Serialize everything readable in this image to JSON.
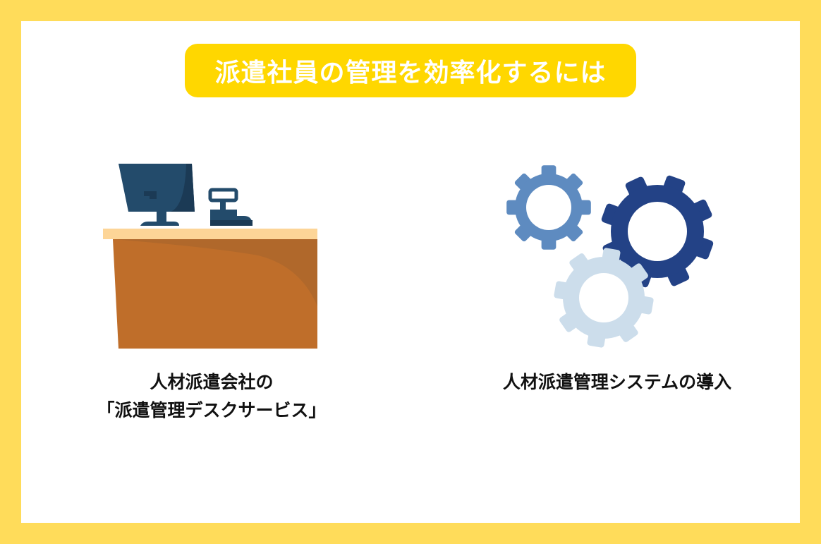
{
  "frame": {
    "border_color": "#FFDC5A",
    "panel_color": "#FFFFFF"
  },
  "title": {
    "text": "派遣社員の管理を効率化するには",
    "badge_color": "#FFD700",
    "text_color": "#FFFFFF"
  },
  "options": [
    {
      "illustration": "reception-desk-with-monitor-and-register",
      "caption_line1": "人材派遣会社の",
      "caption_line2": "「派遣管理デスクサービス」"
    },
    {
      "illustration": "three-gears",
      "caption_line1": "人材派遣管理システムの導入"
    }
  ],
  "colors": {
    "desk_top": "#FDD597",
    "desk_front": "#BF6E2A",
    "desk_shade": "#B0682B",
    "monitor": "#234B6B",
    "monitor_shade": "#1B3A55",
    "gear_medium": "#5E8BC0",
    "gear_dark": "#234286",
    "gear_light": "#CCDDEB"
  }
}
